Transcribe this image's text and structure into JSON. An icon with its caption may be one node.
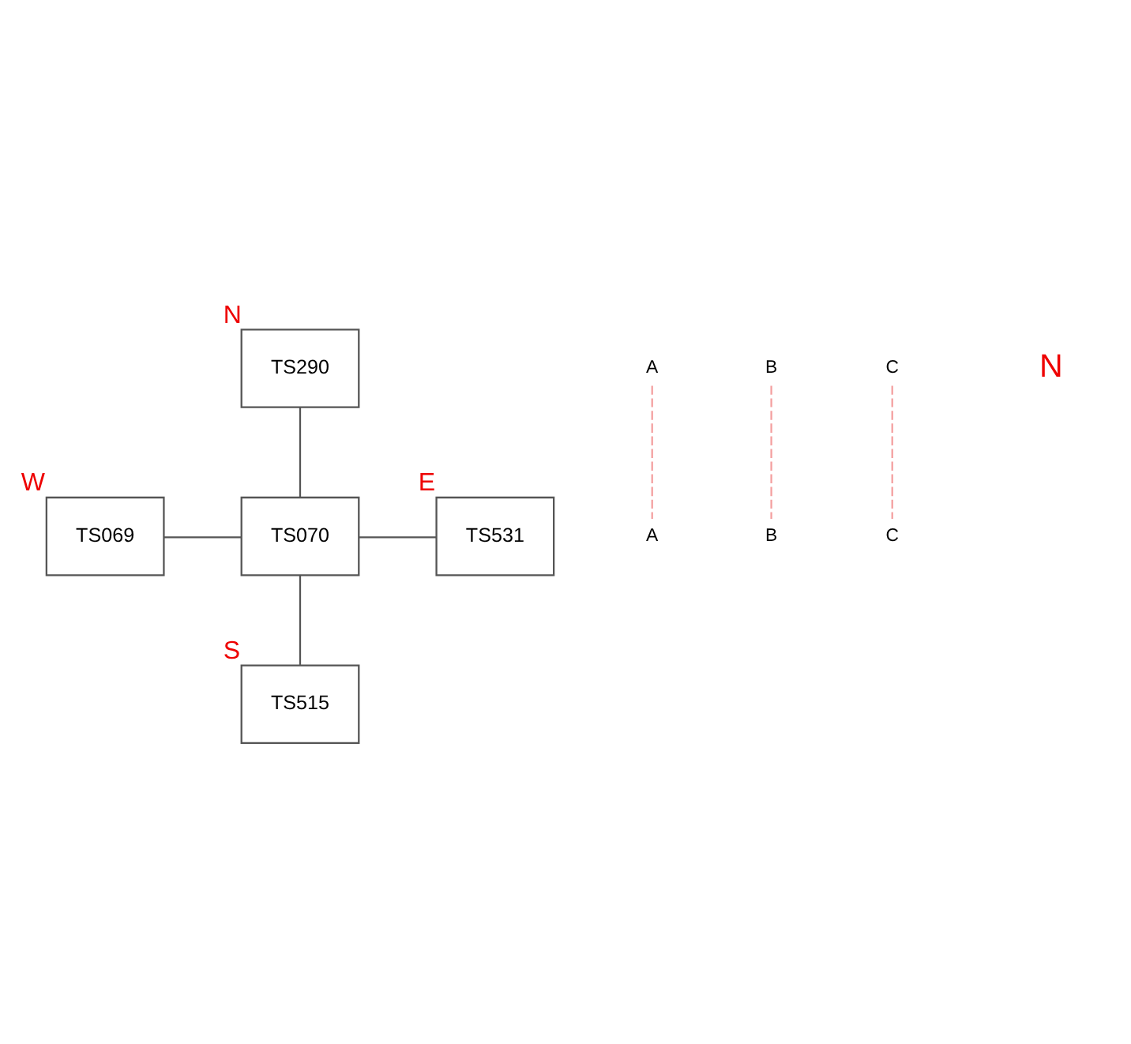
{
  "diagram": {
    "nodes": [
      {
        "text": [
          "TS290"
        ],
        "beside": [
          "N"
        ]
      },
      {
        "text": [
          "A"
        ]
      },
      {
        "text": [
          "B"
        ]
      },
      {
        "text": [
          "C"
        ]
      },
      {
        "text": [
          "A"
        ]
      },
      {
        "text": [
          "C"
        ]
      },
      {
        "text": [
          "TS069"
        ],
        "beside": [
          "W"
        ]
      },
      {
        "text": [
          "TS070"
        ]
      },
      {
        "text": [
          "TS531"
        ],
        "beside": [
          "E"
        ]
      },
      {
        "text": [
          "B"
        ]
      },
      {
        "text": [
          "TS515"
        ],
        "beside": [
          "S"
        ]
      }
    ],
    "edges": [
      {
        "from": 0,
        "to": 7,
        "arrow": "none"
      },
      {
        "from": 6,
        "to": 7,
        "arrow": "none"
      },
      {
        "from": 7,
        "to": 8,
        "arrow": "none"
      },
      {
        "from": 7,
        "to": 10,
        "arrow": "none"
      },
      {
        "from": 1,
        "to": 4,
        "arrow": "none",
        "style": "dashed",
        "color": "#f4a0a0"
      },
      {
        "from": 2,
        "to": 9,
        "arrow": "none",
        "style": "dashed",
        "color": "#f4a0a0"
      },
      {
        "from": 3,
        "to": 5,
        "arrow": "none",
        "style": "dashed",
        "color": "#f4a0a0"
      }
    ],
    "labels": [
      "N"
    ]
  }
}
